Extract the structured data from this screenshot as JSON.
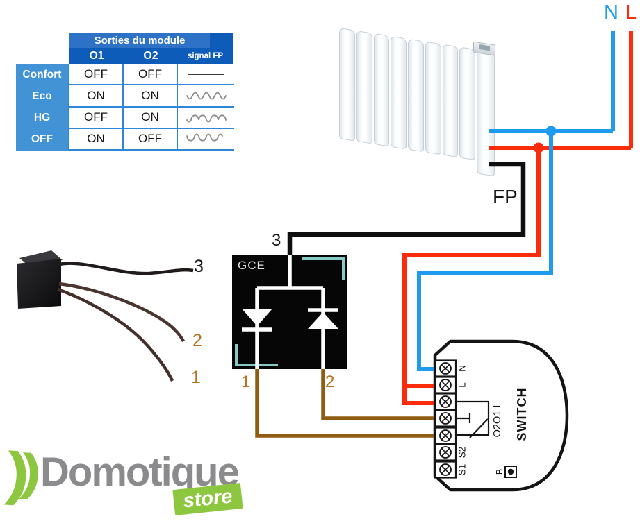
{
  "table": {
    "title": "Sorties du module",
    "columns": [
      "O1",
      "O2",
      "signal FP"
    ],
    "rows": [
      {
        "label": "Confort",
        "o1": "OFF",
        "o2": "OFF",
        "signal": "flat"
      },
      {
        "label": "Eco",
        "o1": "ON",
        "o2": "ON",
        "signal": "sine"
      },
      {
        "label": "HG",
        "o1": "OFF",
        "o2": "ON",
        "signal": "half_wave_up"
      },
      {
        "label": "OFF",
        "o1": "ON",
        "o2": "OFF",
        "signal": "half_wave_down"
      }
    ]
  },
  "power": {
    "neutral_label": "N",
    "live_label": "L",
    "pilot_label": "FP"
  },
  "gce_module": {
    "name": "GCE",
    "pin_top_label": "3",
    "pin_left_label": "1",
    "pin_right_label": "2"
  },
  "sensor": {
    "wire3_label": "3",
    "wire2_label": "2",
    "wire1_label": "1"
  },
  "switch_module": {
    "name": "SWITCH",
    "terminal_n": "N",
    "terminal_l": "L",
    "io_terminals_label": "O2O1 I",
    "terminal_s2": "S2",
    "terminal_s1": "S1",
    "button_label": "B"
  },
  "logo": {
    "brand": "Domotique",
    "badge": "store"
  },
  "colors": {
    "neutral_wire": "#1e9af0",
    "live_wire": "#fb2c0c",
    "pilot_wire": "#0f0f0f",
    "output_wire": "#8f5c12",
    "pin_label": "#b5711e",
    "teal_bracket": "#86cac8",
    "table_header": "#0e5cba",
    "table_header_band": "#2e72c8",
    "table_label_col": "#4292d6",
    "table_border": "#2e86d8",
    "logo_green": "#8dc63f",
    "logo_gray": "#8b8b8d"
  }
}
